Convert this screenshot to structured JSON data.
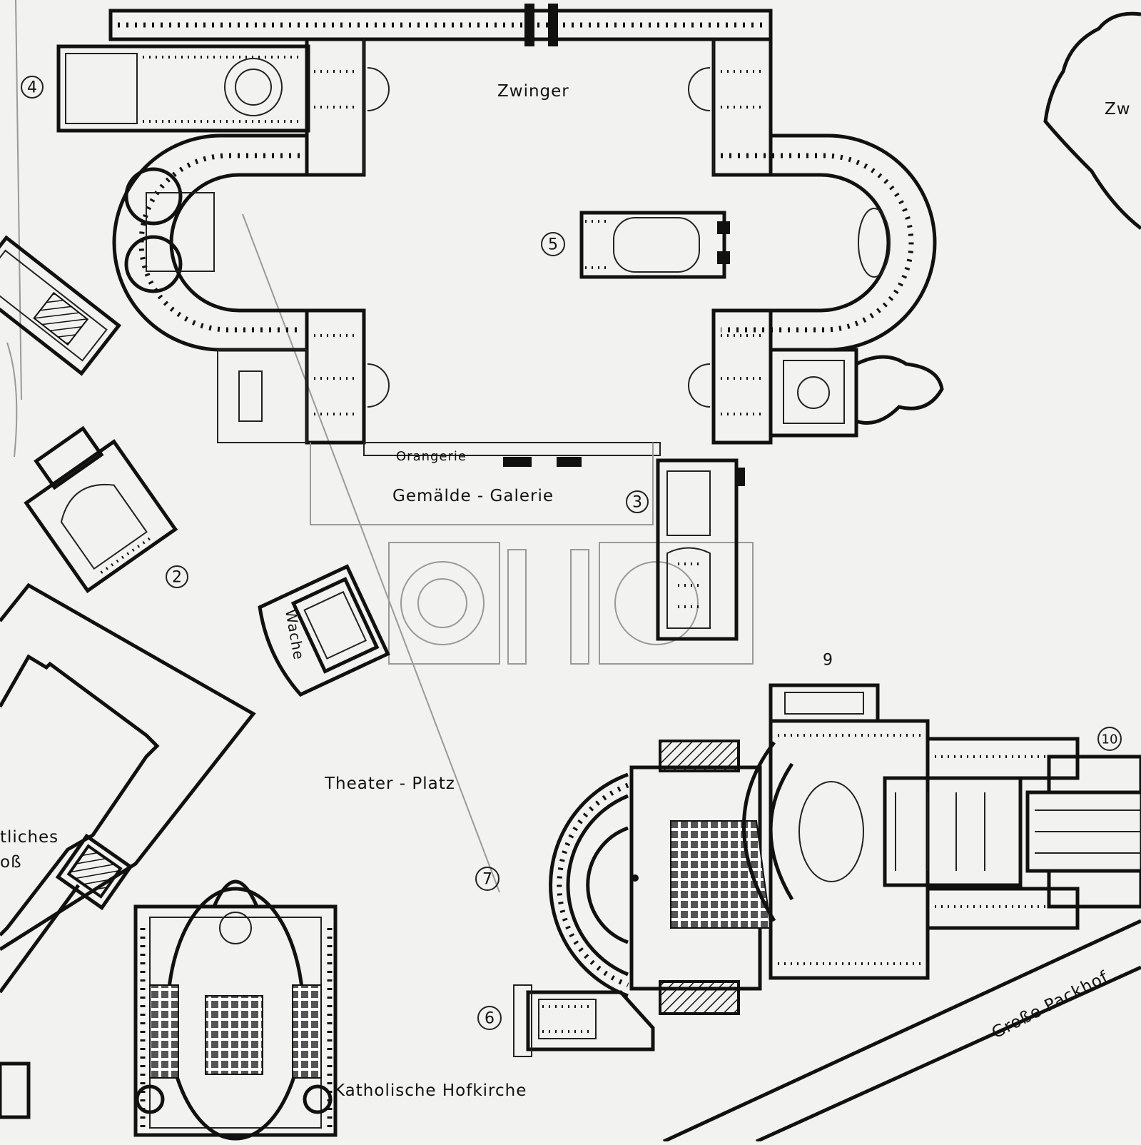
{
  "map": {
    "labels": {
      "zwinger": "Zwinger",
      "zwinger_edge": "Zw",
      "orangerie": "Orangerie",
      "gemaelde_galerie": "Gemälde - Galerie",
      "wache": "Wache",
      "theater_platz": "Theater - Platz",
      "schloss_line1": "tliches",
      "schloss_line2": "oß",
      "hofkirche": "Katholische Hofkirche",
      "packhof_street": "Große Packhof"
    },
    "markers": {
      "m4": "4",
      "m5": "5",
      "m3": "3",
      "m2": "2",
      "m9": "9",
      "m10": "10",
      "m7": "7",
      "m6": "6"
    },
    "colors": {
      "ink": "#111111",
      "paper": "#f2f2f0"
    }
  }
}
